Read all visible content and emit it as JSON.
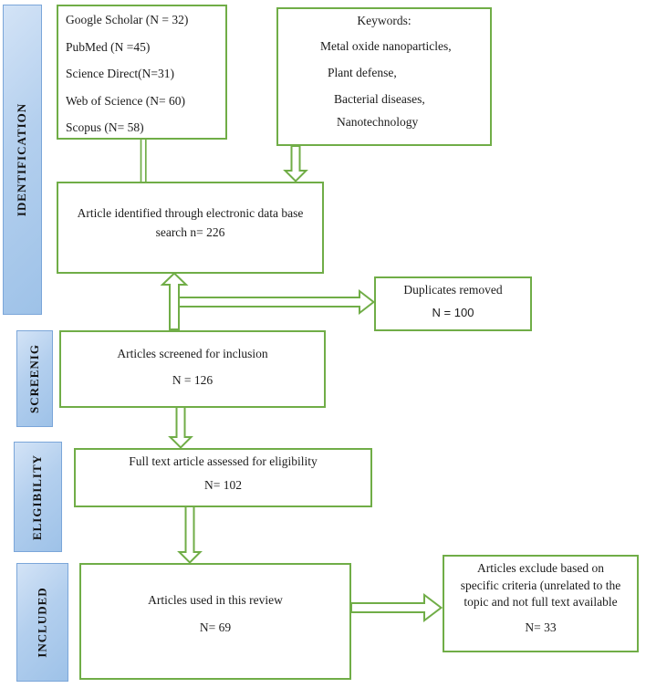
{
  "colors": {
    "flow_green": "#70ad47",
    "bar_fill_light": "#d3e3f6",
    "bar_fill_dark": "#9ec2e8",
    "bar_border": "#7ba6d9",
    "text": "#1b1b1b"
  },
  "sidebar": {
    "identification": "IDENTIFICATION",
    "screening": "SCREENIG",
    "eligibility": "ELIGIBILITY",
    "included": "INCLUDED"
  },
  "boxes": {
    "sources": {
      "lines": [
        "Google Scholar (N = 32)",
        "PubMed (N =45)",
        "Science Direct(N=31)",
        "Web of Science (N= 60)",
        "Scopus (N= 58)"
      ]
    },
    "keywords": {
      "lines": [
        "Keywords:",
        "Metal oxide nanoparticles,",
        "Plant defense,",
        "Bacterial diseases,",
        "Nanotechnology"
      ]
    },
    "identified": {
      "line1": "Article identified through electronic data base",
      "line2": "search n= 226"
    },
    "duplicates": {
      "line1": "Duplicates removed",
      "line2": "N = 100"
    },
    "screened": {
      "line1": "Articles screened for inclusion",
      "line2": "N = 126"
    },
    "fulltext": {
      "line1": "Full text article assessed for eligibility",
      "line2": "N= 102"
    },
    "used": {
      "line1": "Articles used in this review",
      "line2": "N= 69"
    },
    "excluded": {
      "line1": "Articles exclude based on",
      "line2": "specific criteria (unrelated to the",
      "line3": "topic and not full text available",
      "n": "N= 33"
    }
  }
}
